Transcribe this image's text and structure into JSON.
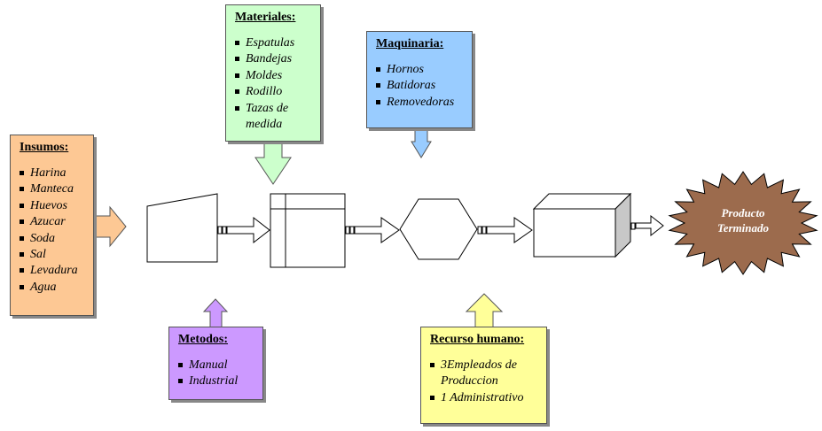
{
  "boxes": {
    "insumos": {
      "title": "Insumos:",
      "items": [
        "Harina",
        "Manteca",
        "Huevos",
        "Azucar",
        "Soda",
        "Sal",
        "Levadura",
        "Agua"
      ],
      "color": "#fdc894"
    },
    "materiales": {
      "title": "Materiales:",
      "items": [
        "Espatulas",
        "Bandejas",
        "Moldes",
        "Rodillo",
        "Tazas de medida"
      ],
      "color": "#ccffcc"
    },
    "maquinaria": {
      "title": "Maquinaria:",
      "items": [
        "Hornos",
        "Batidoras",
        "Removedoras"
      ],
      "color": "#99ccff"
    },
    "metodos": {
      "title": "Metodos:",
      "items": [
        "Manual",
        "Industrial"
      ],
      "color": "#cc99ff"
    },
    "recurso": {
      "title": "Recurso humano:",
      "items": [
        "3Empleados de Produccion",
        "1 Administrativo"
      ],
      "color": "#ffff99"
    }
  },
  "final_product": {
    "line1": "Producto",
    "line2": "Terminado",
    "color": "#9c6b4d"
  }
}
